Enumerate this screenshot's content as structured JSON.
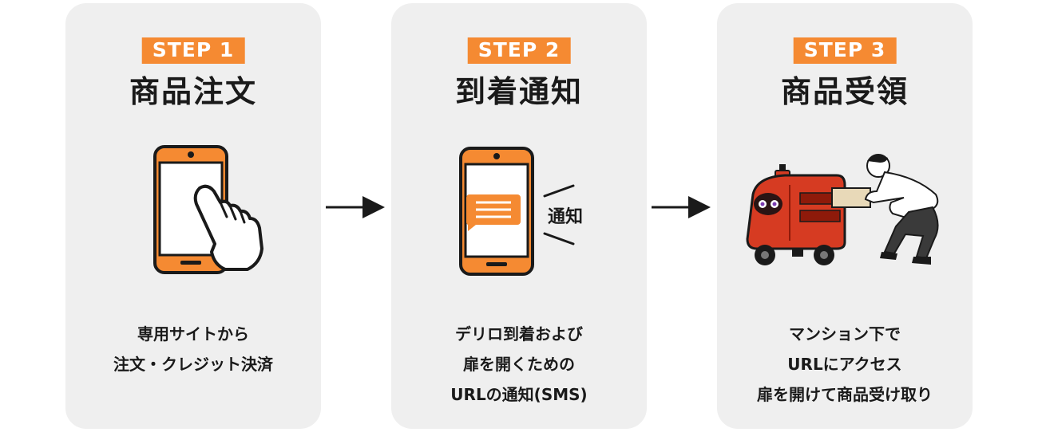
{
  "steps": [
    {
      "badge": "STEP 1",
      "title": "商品注文",
      "desc": [
        "専用サイトから",
        "注文・クレジット決済"
      ]
    },
    {
      "badge": "STEP 2",
      "title": "到着通知",
      "desc": [
        "デリロ到着および",
        "扉を開くための",
        "URLの通知(SMS)"
      ],
      "notify_label": "通知"
    },
    {
      "badge": "STEP 3",
      "title": "商品受領",
      "desc": [
        "マンション下で",
        "URLにアクセス",
        "扉を開けて商品受け取り"
      ]
    }
  ],
  "colors": {
    "accent": "#f58a32",
    "card_bg": "#efefef",
    "text": "#1a1a1a",
    "robot": "#d63b22"
  }
}
